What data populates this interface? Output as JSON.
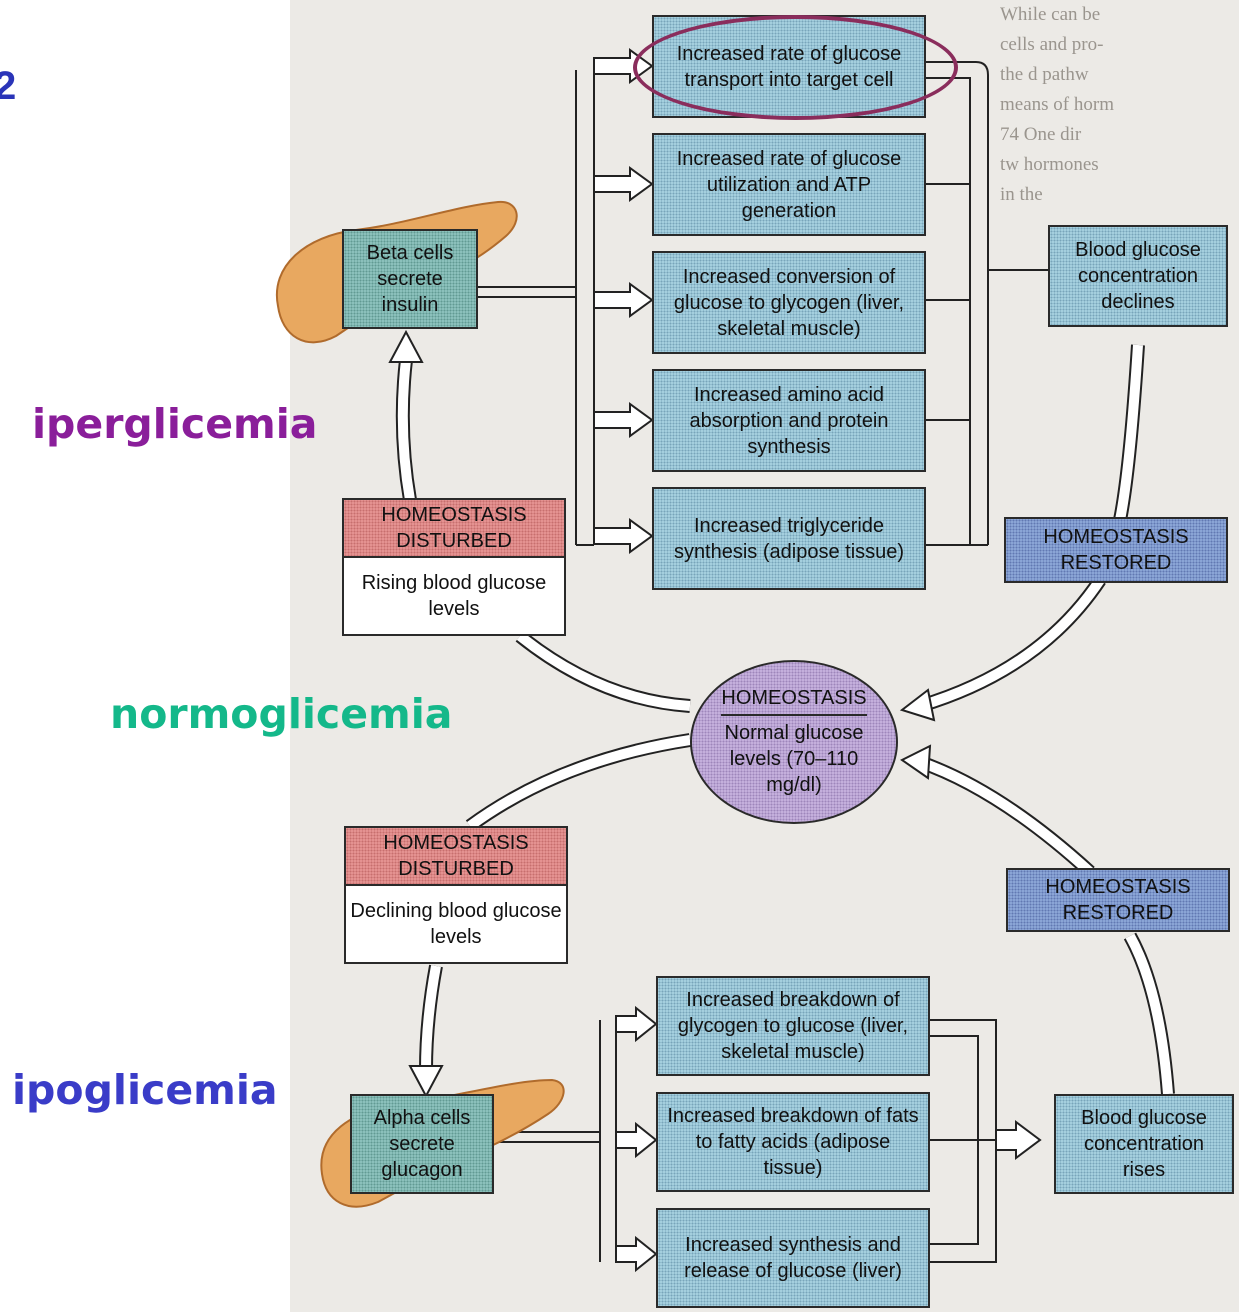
{
  "labels": {
    "hyper": "iperglicemia",
    "normo": "normoglicemia",
    "hypo": "ipoglicemia",
    "left_fragment": "2"
  },
  "colors": {
    "hyper": "#8a1e9a",
    "normo": "#14b88a",
    "hypo": "#3a3cc8",
    "oval": "#8a2d5c"
  },
  "top": {
    "beta_cells": "Beta cells secrete insulin",
    "effects": [
      "Increased rate of glucose transport into target cell",
      "Increased rate of glucose utilization and ATP generation",
      "Increased conversion of glucose to glycogen (liver, skeletal muscle)",
      "Increased amino acid absorption and protein synthesis",
      "Increased triglyceride synthesis (adipose tissue)"
    ],
    "result": "Blood glucose concentration declines",
    "disturbed_header": "HOMEOSTASIS DISTURBED",
    "disturbed_body": "Rising blood glucose levels",
    "restored": "HOMEOSTASIS RESTORED"
  },
  "center": {
    "title": "HOMEOSTASIS",
    "body": "Normal glucose levels (70–110 mg/dl)"
  },
  "bottom": {
    "disturbed_header": "HOMEOSTASIS DISTURBED",
    "disturbed_body": "Declining blood glucose levels",
    "restored": "HOMEOSTASIS RESTORED",
    "alpha_cells": "Alpha cells secrete glucagon",
    "effects": [
      "Increased breakdown of glycogen to glucose (liver, skeletal muscle)",
      "Increased breakdown of fats to fatty acids (adipose tissue)",
      "Increased synthesis and release of glucose (liver)"
    ],
    "result": "Blood glucose concentration rises"
  },
  "background_text": [
    "While can be",
    "cells and pro-",
    "the d pathw",
    "means of horm",
    "74 One dir",
    "tw hormones",
    "in the"
  ],
  "icons": [
    "pancreas-icon",
    "arrow-icon"
  ]
}
